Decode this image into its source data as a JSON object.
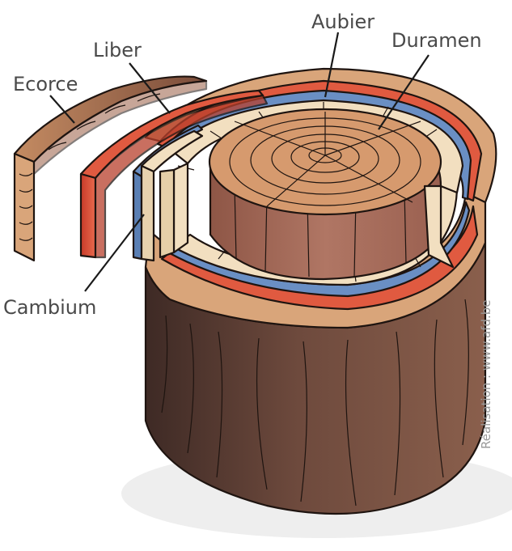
{
  "labels": {
    "ecorce": "Ecorce",
    "liber": "Liber",
    "aubier": "Aubier",
    "duramen": "Duramen",
    "cambium": "Cambium"
  },
  "credit": "Réalisation : www.afd.be",
  "colors": {
    "bark_outer": "#d9a57a",
    "bark_trunk": "#6e4a3d",
    "liber": "#e05a40",
    "cambium": "#6a8fc4",
    "sapwood": "#f2dfc0",
    "heartwood": "#d69a6e",
    "heartwood_side": "#a86a55",
    "outline": "#1e1410"
  }
}
